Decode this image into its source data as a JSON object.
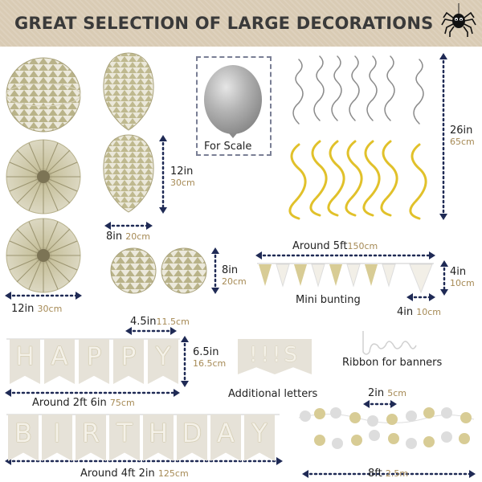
{
  "header": {
    "title": "GREAT SELECTION OF LARGE DECORATIONS"
  },
  "colors": {
    "gold": "#c9c29a",
    "gold_text": "#a68a55",
    "swirl_gold": "#e5c52a",
    "navy_dots": "#1f2a55",
    "banner_bg": "#e6e2d8"
  },
  "labels": {
    "lantern_size": {
      "imperial": "12in",
      "metric": "30cm"
    },
    "lantern_width": {
      "imperial": "8in",
      "metric": "20cm"
    },
    "small_ball_size": {
      "imperial": "8in",
      "metric": "20cm"
    },
    "fan_size": {
      "imperial": "12in",
      "metric": "30cm"
    },
    "scale_label": "For Scale",
    "swirl_length": {
      "imperial": "26in",
      "metric": "65cm"
    },
    "bunting_length": {
      "prefix": "Around",
      "imperial": "5ft",
      "metric": "150cm"
    },
    "bunting_height": {
      "imperial": "4in",
      "metric": "10cm"
    },
    "bunting_width": {
      "imperial": "4in",
      "metric": "10cm"
    },
    "bunting_name": "Mini bunting",
    "letter_width": {
      "imperial": "4.5in",
      "metric": "11.5cm"
    },
    "letter_height": {
      "imperial": "6.5in",
      "metric": "16.5cm"
    },
    "happy_length": {
      "prefix": "Around",
      "imperial": "2ft 6in",
      "metric": "75cm"
    },
    "additional_letters": "Additional letters",
    "ribbon": "Ribbon for banners",
    "birthday_length": {
      "prefix": "Around",
      "imperial": "4ft 2in",
      "metric": "125cm"
    },
    "dot_size": {
      "imperial": "2in",
      "metric": "5cm"
    },
    "dot_length": {
      "imperial": "8ft",
      "metric": "2.5m"
    }
  },
  "banners": {
    "happy": [
      "H",
      "A",
      "P",
      "P",
      "Y"
    ],
    "birthday": [
      "B",
      "I",
      "R",
      "T",
      "H",
      "D",
      "A",
      "Y"
    ],
    "extra": "!!!S"
  },
  "icons": {
    "spider": "spider-icon",
    "balloon": "balloon-icon"
  }
}
